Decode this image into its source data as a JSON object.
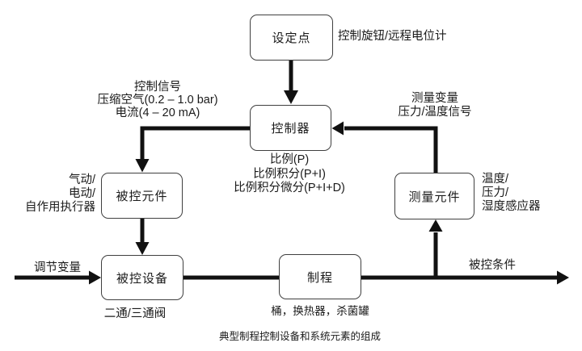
{
  "colors": {
    "line": "#111111",
    "box_border": "#3f3f3f",
    "text": "#1a1a1a",
    "background": "#ffffff"
  },
  "boxes": {
    "setpoint": {
      "label": "设定点"
    },
    "controller": {
      "label": "控制器"
    },
    "controlled_element": {
      "label": "被控元件"
    },
    "controlled_device": {
      "label": "被控设备"
    },
    "process": {
      "label": "制程"
    },
    "measuring_element": {
      "label": "测量元件"
    }
  },
  "labels": {
    "setpoint_note": "控制旋钮/远程电位计",
    "control_signal": {
      "line1": "控制信号",
      "line2": "压缩空气(0.2 – 1.0 bar)",
      "line3": "电流(4 – 20 mA)"
    },
    "measured_variable": {
      "line1": "测量变量",
      "line2": "压力/温度信号"
    },
    "controller_modes": {
      "line1": "比例(P)",
      "line2": "比例积分(P+I)",
      "line3": "比例积分微分(P+I+D)"
    },
    "actuator": {
      "line1": "气动/",
      "line2": "电动/",
      "line3": "自作用执行器"
    },
    "manipulated_variable": "调节变量",
    "valve_note": "二通/三通阀",
    "process_note": "桶，换热器，杀菌罐",
    "sensor": {
      "line1": "温度/",
      "line2": "压力/",
      "line3": "湿度感应器"
    },
    "controlled_condition": "被控条件",
    "caption": "典型制程控制设备和系统元素的组成"
  }
}
